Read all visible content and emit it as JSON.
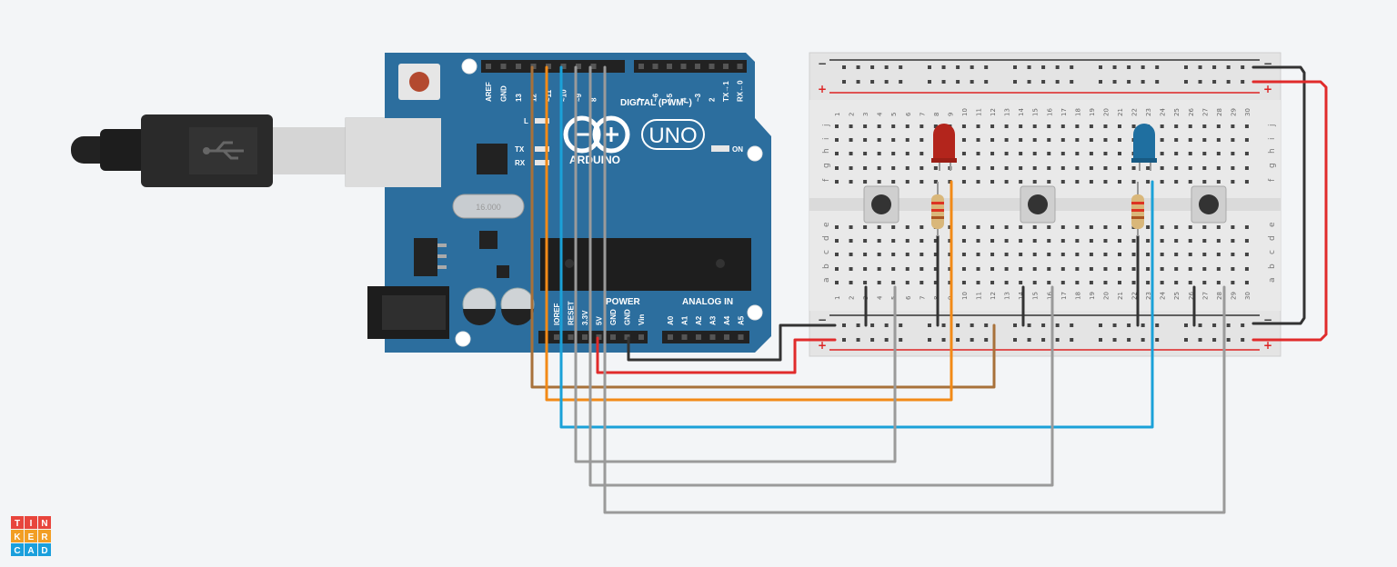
{
  "app": {
    "name": "Tinkercad"
  },
  "logo": {
    "letters": [
      "T",
      "I",
      "N",
      "K",
      "E",
      "R",
      "C",
      "A",
      "D"
    ],
    "colors": [
      "#e8453c",
      "#e8453c",
      "#e8453c",
      "#f29e24",
      "#f29e24",
      "#f29e24",
      "#1a9fdc",
      "#1a9fdc",
      "#1a9fdc"
    ]
  },
  "arduino": {
    "brand": "ARDUINO",
    "model": "UNO",
    "on_label": "ON",
    "led_labels": {
      "l": "L",
      "tx": "TX",
      "rx": "RX"
    },
    "crystal_label": "16.000",
    "digital_header": "DIGITAL (PWM~)",
    "power_header": "POWER",
    "analog_header": "ANALOG IN",
    "top_pins": [
      "AREF",
      "GND",
      "13",
      "12",
      "~11",
      "~10",
      "~9",
      "8",
      "7",
      "~6",
      "~5",
      "4",
      "~3",
      "2",
      "TX→1",
      "RX←0"
    ],
    "power_pins": [
      "IOREF",
      "RESET",
      "3.3V",
      "5V",
      "GND",
      "GND",
      "Vin"
    ],
    "analog_pins": [
      "A0",
      "A1",
      "A2",
      "A3",
      "A4",
      "A5"
    ]
  },
  "breadboard": {
    "columns": [
      "1",
      "2",
      "3",
      "4",
      "5",
      "6",
      "7",
      "8",
      "9",
      "10",
      "11",
      "12",
      "13",
      "14",
      "15",
      "16",
      "17",
      "18",
      "19",
      "20",
      "21",
      "22",
      "23",
      "24",
      "25",
      "26",
      "27",
      "28",
      "29",
      "30"
    ],
    "rows_top": [
      "j",
      "i",
      "h",
      "g",
      "f"
    ],
    "rows_bottom": [
      "e",
      "d",
      "c",
      "b",
      "a"
    ],
    "rail_minus": "−",
    "rail_plus": "+"
  },
  "components": {
    "led_colors": {
      "red": "#b3251c",
      "blue": "#1f6fa0"
    },
    "wire_colors": {
      "black": "#333333",
      "red": "#e02b2b",
      "brown": "#a8713a",
      "orange": "#f28a17",
      "blue": "#1aa1d8",
      "gray": "#9a9a9a"
    }
  }
}
